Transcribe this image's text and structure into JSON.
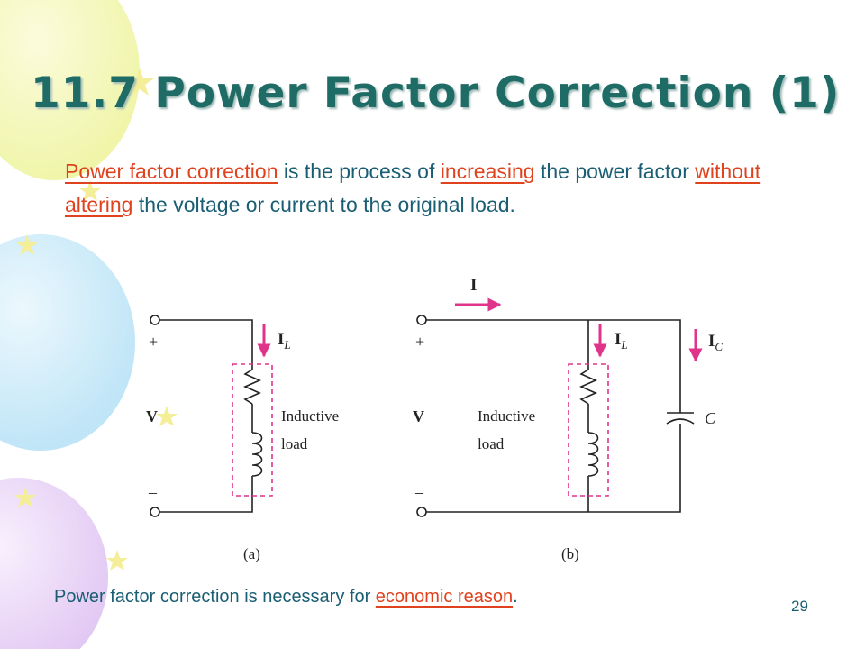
{
  "slide": {
    "title": "11.7 Power Factor Correction (1)",
    "paragraph": {
      "term": "Power factor correction",
      "t1": " is the process of ",
      "increasing": "increasing",
      "t2": " the power factor ",
      "without_altering": "without altering",
      "t3": " the voltage or current to the original load."
    },
    "bottom": {
      "text": "Power factor correction is necessary for ",
      "highlight": "economic reason",
      "end": "."
    },
    "page_number": "29"
  },
  "figure": {
    "a": {
      "caption": "(a)",
      "plus": "+",
      "minus": "–",
      "v": "V",
      "current": "I",
      "current_sub": "L",
      "load1": "Inductive",
      "load2": "load"
    },
    "b": {
      "caption": "(b)",
      "plus": "+",
      "minus": "–",
      "v": "V",
      "i_top": "I",
      "il": "I",
      "il_sub": "L",
      "ic": "I",
      "ic_sub": "C",
      "load1": "Inductive",
      "load2": "load",
      "cap": "C"
    }
  },
  "colors": {
    "title": "#1f6b66",
    "text": "#1a5e74",
    "highlight": "#e0421d",
    "arrow": "#e0338a"
  }
}
